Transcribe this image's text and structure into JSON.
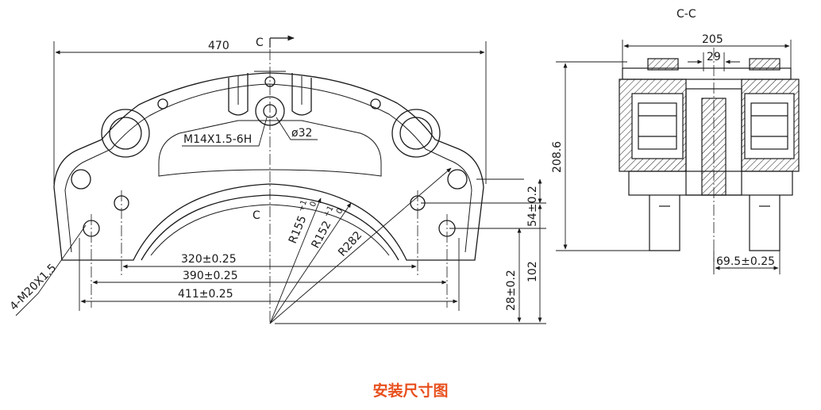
{
  "front_view": {
    "overall_width": "470",
    "section_mark": "C",
    "center_thread": "M14X1.5-6H",
    "center_hole": "ø32",
    "mount_holes": "4-M20X1.5",
    "radius_inner": "R155",
    "radius_inner_tol_top": "+1",
    "radius_inner_tol_bot": "0",
    "radius_mid": "R152",
    "radius_mid_tol_top": "+1",
    "radius_mid_tol_bot": "0",
    "radius_outer": "R282",
    "span_1": "320±0.25",
    "span_2": "390±0.25",
    "span_3": "411±0.25",
    "hole_offset": "54±0.2",
    "hole_height": "28±0.2",
    "height_total": "102"
  },
  "section_view": {
    "title": "C-C",
    "overall_width": "205",
    "slot_width": "29",
    "overall_height": "208.6",
    "foot_offset": "69.5±0.25"
  },
  "caption": "安装尺寸图",
  "colors": {
    "line": "#1a1a1a",
    "caption": "#e8501e"
  }
}
